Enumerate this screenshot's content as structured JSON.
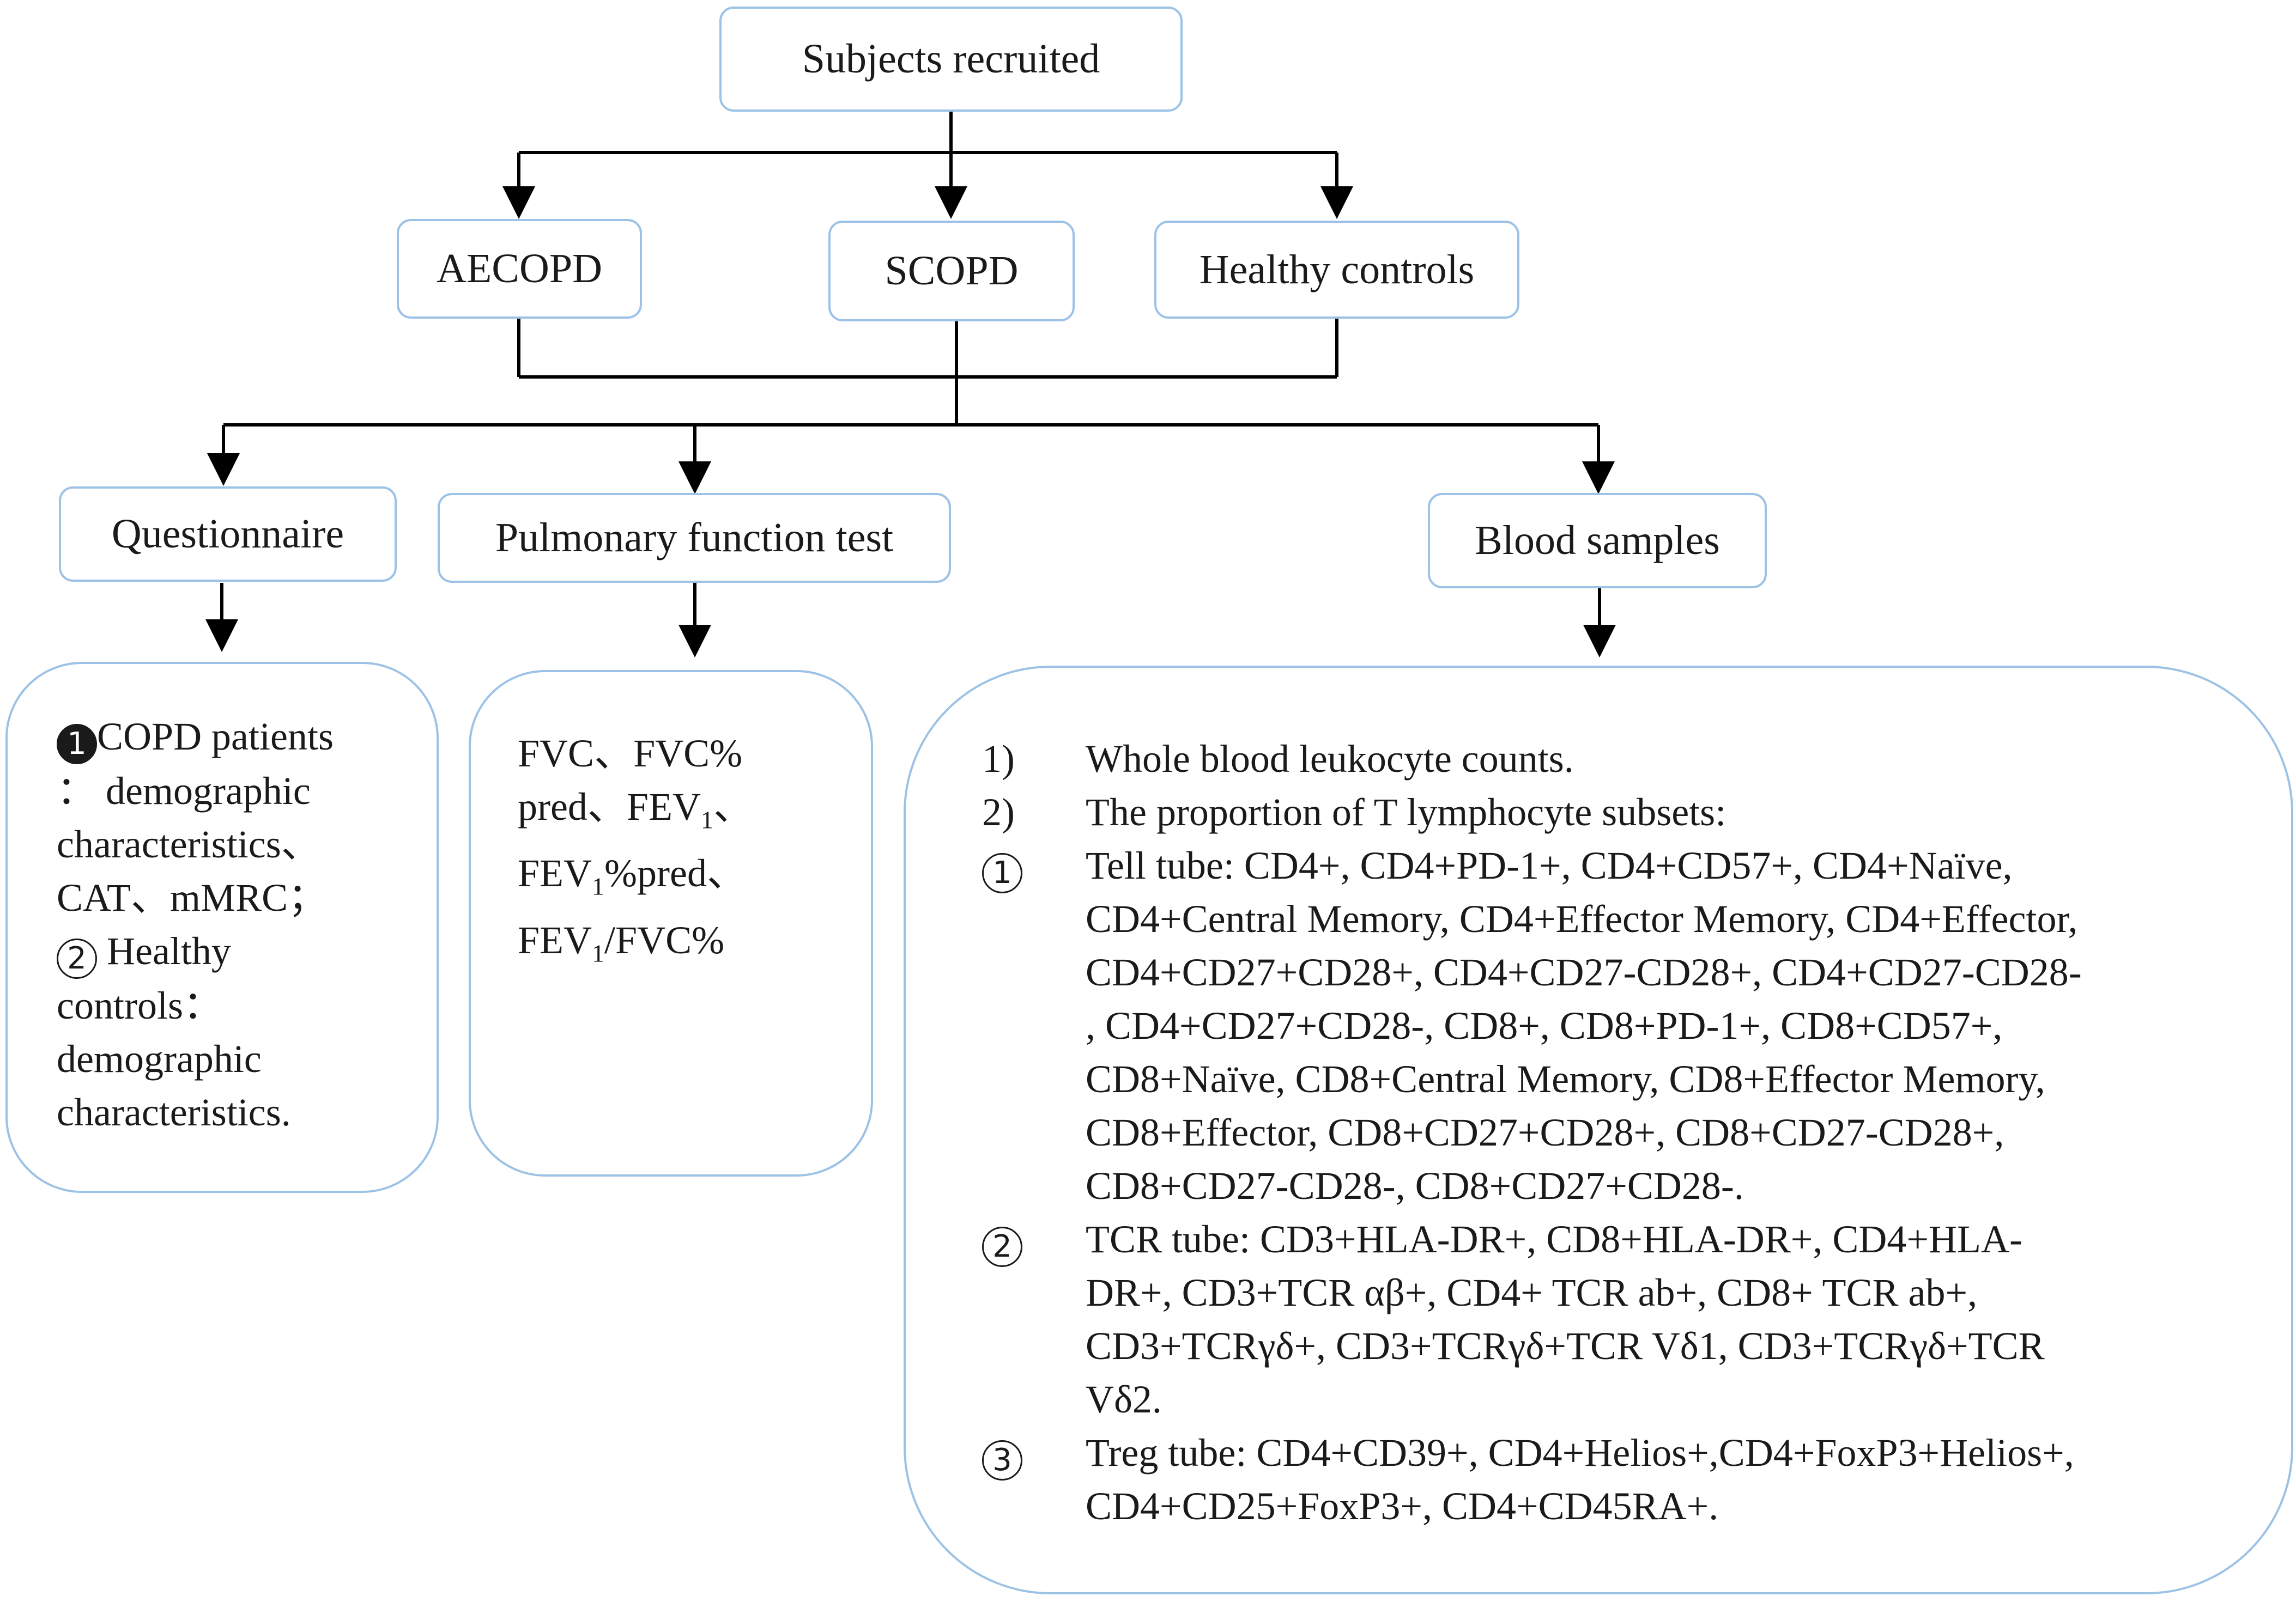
{
  "nodes": {
    "root": "Subjects recruited",
    "groups": [
      "AECOPD",
      "SCOPD",
      "Healthy controls"
    ],
    "measures": [
      "Questionnaire",
      "Pulmonary function test",
      "Blood samples"
    ]
  },
  "questionnaire_detail": {
    "marker1": "1",
    "line1": "COPD patients",
    "line2": "： demographic",
    "line3": "characteristics、",
    "line4": "CAT、mMRC；",
    "marker2": "2",
    "line5": " Healthy",
    "line6": "controls：",
    "line7": "demographic",
    "line8": "characteristics."
  },
  "pulmonary_detail": {
    "l1": "FVC、FVC%",
    "l2a": "pred、FEV",
    "l2sub": "1",
    "l2b": "、",
    "l3a": "FEV",
    "l3sub": "1",
    "l3b": "%pred、",
    "l4a": "FEV",
    "l4sub": "1",
    "l4b": "/FVC%"
  },
  "blood_detail": {
    "item1_marker": "1)",
    "item1": "Whole blood leukocyte counts.",
    "item2_marker": "2)",
    "item2": "The proportion of T lymphocyte subsets:",
    "tube1_marker": "1",
    "tube1": [
      "Tell tube: CD4+, CD4+PD-1+, CD4+CD57+, CD4+Naïve,",
      "CD4+Central Memory, CD4+Effector Memory, CD4+Effector,",
      "CD4+CD27+CD28+, CD4+CD27-CD28+, CD4+CD27-CD28-",
      ", CD4+CD27+CD28-, CD8+, CD8+PD-1+, CD8+CD57+,",
      "CD8+Naïve, CD8+Central Memory, CD8+Effector Memory,",
      "CD8+Effector, CD8+CD27+CD28+, CD8+CD27-CD28+,",
      "CD8+CD27-CD28-, CD8+CD27+CD28-."
    ],
    "tube2_marker": "2",
    "tube2": [
      "TCR tube: CD3+HLA-DR+, CD8+HLA-DR+, CD4+HLA-",
      "DR+, CD3+TCR αβ+, CD4+ TCR ab+, CD8+ TCR ab+,",
      "CD3+TCRγδ+, CD3+TCRγδ+TCR Vδ1, CD3+TCRγδ+TCR",
      "Vδ2."
    ],
    "tube3_marker": "3",
    "tube3": [
      "Treg tube: CD4+CD39+, CD4+Helios+,CD4+FoxP3+Helios+,",
      "CD4+CD25+FoxP3+, CD4+CD45RA+."
    ]
  },
  "colors": {
    "box_border": "#9cc2e6",
    "line": "#000000",
    "text": "#1a1a1a"
  }
}
